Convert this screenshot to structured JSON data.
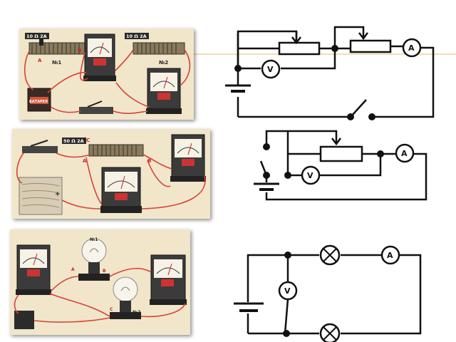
{
  "slide": {
    "accent_line_color": "#e8b86d",
    "photo_bg": "#f1e6c9",
    "wire_red": "#d9413a"
  },
  "photo1": {
    "rheostat1_label": "10 Ω 2A",
    "rheostat2_label": "10 Ω 2A",
    "terminal_a": "A",
    "terminal_b": "B",
    "meter1_caption": "№1",
    "meter2_caption": "№2",
    "battery_label": "БАТАРЕЯ"
  },
  "photo2": {
    "rheostat_label": "50 Ω 2A",
    "terminal_c": "C",
    "terminal_a": "A",
    "terminal_b": "B",
    "plus_sign": "+"
  },
  "photo3": {
    "lamp1_label": "№1",
    "lamp2_label": "№2",
    "terminal_a": "A",
    "terminal_b": "B",
    "terminal_c": "C"
  },
  "schematics": {
    "ammeter_symbol": "A",
    "voltmeter_symbol": "V"
  }
}
